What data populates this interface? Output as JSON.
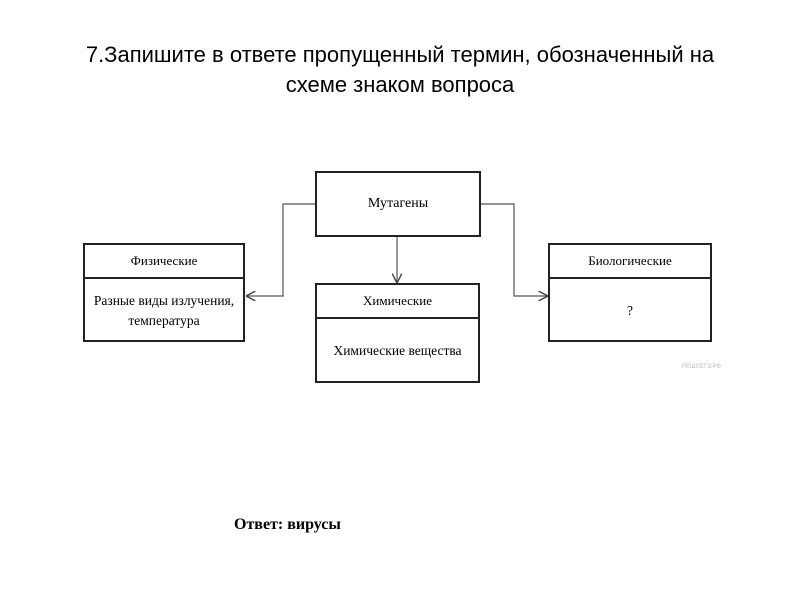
{
  "title": {
    "line1": "7.Запишите в ответе пропущенный термин, обозначенный на",
    "line2": "схеме знаком вопроса"
  },
  "diagram": {
    "root": "Мутагены",
    "physical": {
      "header": "Физические",
      "body_line1": "Разные виды излучения,",
      "body_line2": "температура"
    },
    "chemical": {
      "header": "Химические",
      "body": "Химические вещества"
    },
    "biological": {
      "header": "Биологические",
      "body": "?"
    },
    "watermark": "РЕШУЕГЭ.РФ"
  },
  "answer": "Ответ: вирусы"
}
